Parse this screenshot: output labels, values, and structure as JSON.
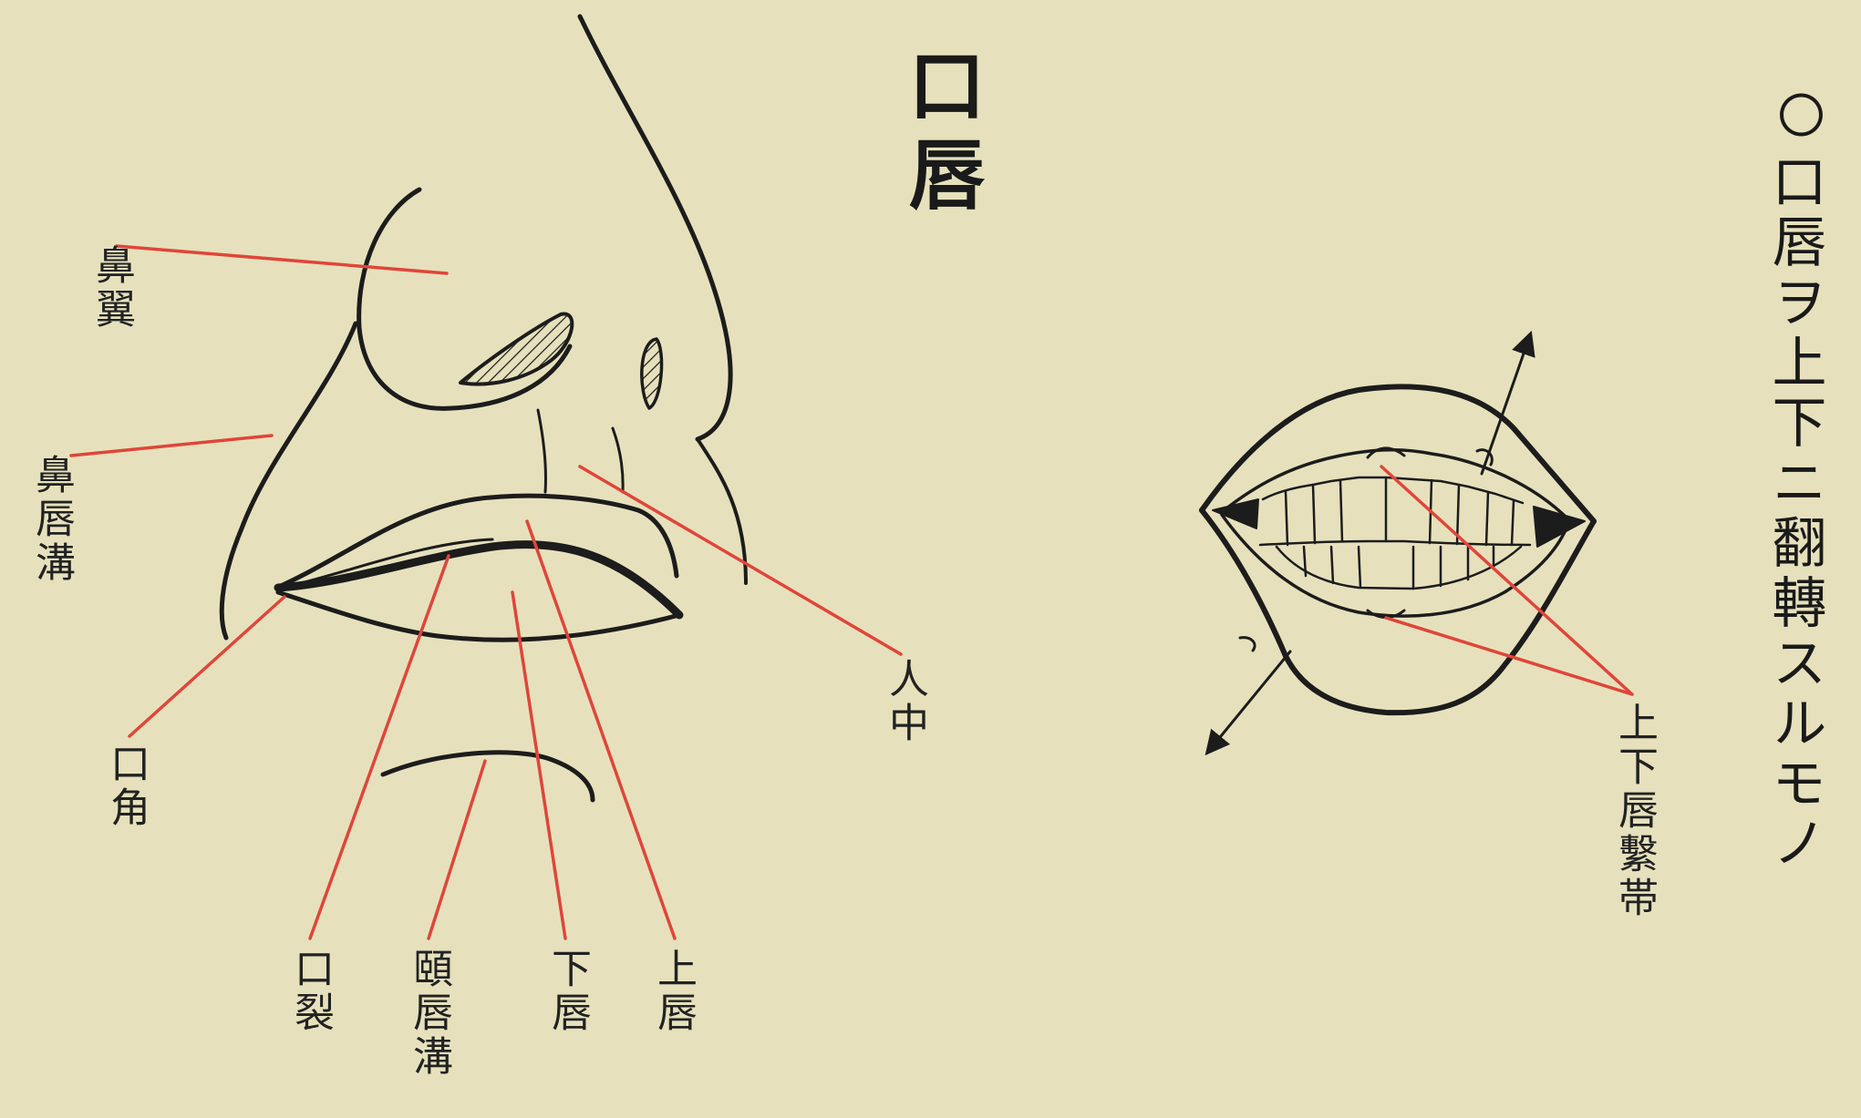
{
  "document": {
    "heading": "口唇",
    "side_note": "口唇ヲ上下ニ翻轉スルモノ",
    "side_note_mark": "〇",
    "colors": {
      "paper": "#e6e1bc",
      "ink": "#1c1c1c",
      "leader_line": "#e0453a"
    }
  },
  "side_view_labels": {
    "nasal_ala": "鼻翼",
    "nasolabial_groove": "鼻唇溝",
    "mouth_corner": "口角",
    "mouth_slit": "口裂",
    "mentolabial_groove": "頤唇溝",
    "lower_lip": "下唇",
    "upper_lip": "上唇",
    "philtrum": "人中"
  },
  "front_view_labels": {
    "lip_frenulum": "上下唇繫帯"
  }
}
